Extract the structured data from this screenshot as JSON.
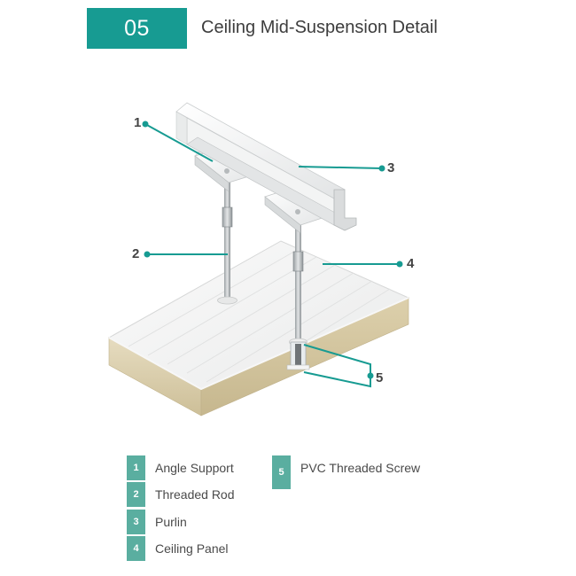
{
  "header": {
    "number": "05",
    "title": "Ceiling Mid-Suspension Detail"
  },
  "colors": {
    "accent": "#179b92",
    "legend_tab": "#5aaea0",
    "callout_line": "#179b92",
    "panel_face": "#f1f2f2",
    "panel_core": "#d9ccaa"
  },
  "callouts": [
    "1",
    "2",
    "3",
    "4",
    "5"
  ],
  "legend": [
    {
      "num": "1",
      "label": "Angle Support"
    },
    {
      "num": "2",
      "label": "Threaded Rod"
    },
    {
      "num": "3",
      "label": "Purlin"
    },
    {
      "num": "4",
      "label": "Ceiling Panel"
    },
    {
      "num": "5",
      "label": "PVC Threaded Screw"
    }
  ]
}
